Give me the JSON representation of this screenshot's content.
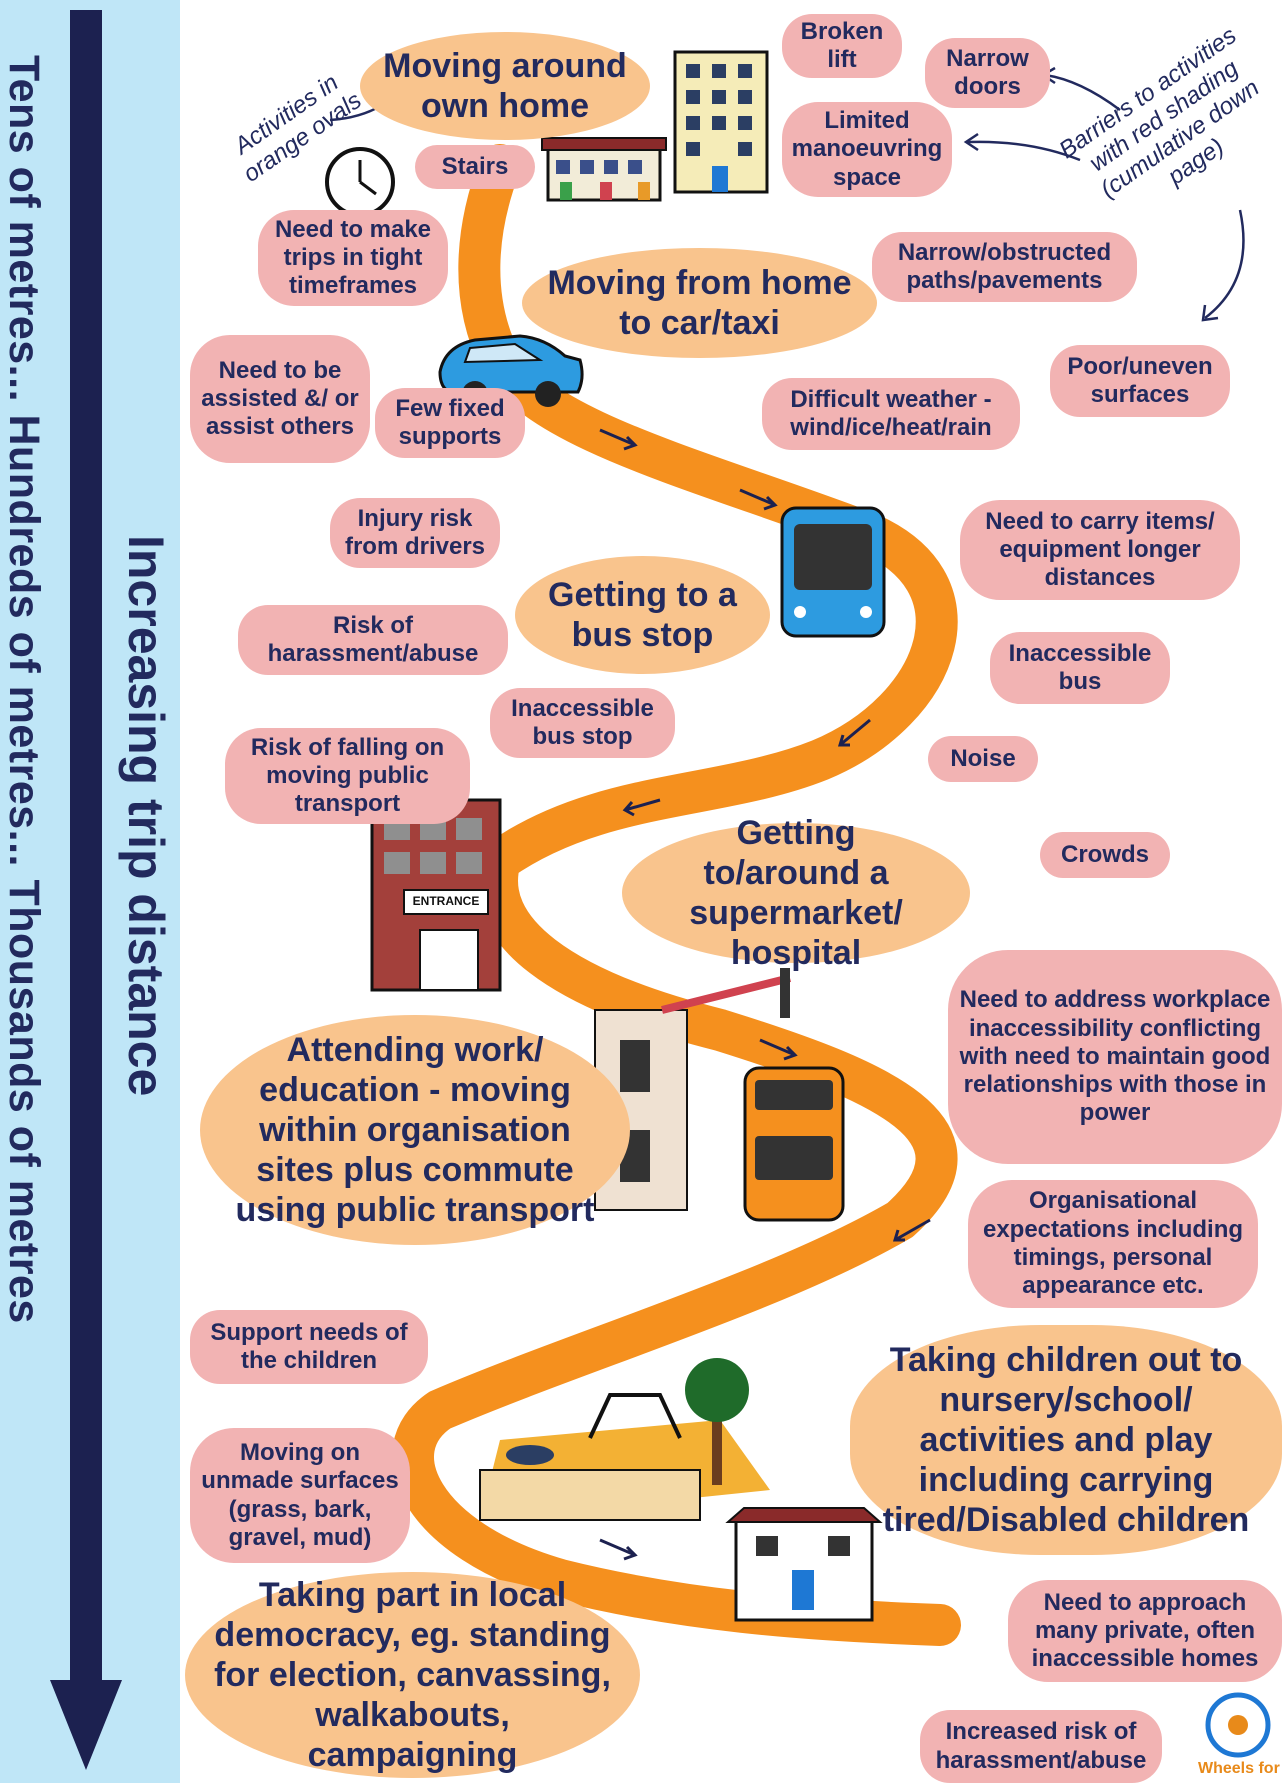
{
  "scale": {
    "axis_label": "Increasing trip distance",
    "distance_label": "Tens of metres...   Hundreds of metres...   Thousands of metres"
  },
  "legend": {
    "activities_note": "Activities in orange ovals",
    "barriers_note": "Barriers to activities with red shading (cumulative down page)"
  },
  "activities": [
    "Moving around own home",
    "Moving from home to car/taxi",
    "Getting to a bus stop",
    "Getting to/around a supermarket/ hospital",
    "Attending work/ education - moving within organisation sites plus commute using public transport",
    "Taking children out to nursery/school/ activities and play including carrying tired/Disabled children",
    "Taking part in local democracy, eg. standing for election, canvassing, walkabouts, campaigning"
  ],
  "barriers": [
    "Broken lift",
    "Narrow doors",
    "Limited manoeuvring space",
    "Stairs",
    "Need to make trips in tight timeframes",
    "Narrow/obstructed paths/pavements",
    "Need to be assisted &/ or assist others",
    "Few fixed supports",
    "Poor/uneven surfaces",
    "Difficult weather - wind/ice/heat/rain",
    "Injury risk from drivers",
    "Need to carry items/ equipment longer distances",
    "Risk of harassment/abuse",
    "Inaccessible bus",
    "Inaccessible bus stop",
    "Risk of falling on moving public transport",
    "Noise",
    "Crowds",
    "Need to address workplace inaccessibility conflicting with need to maintain good relationships with those in power",
    "Organisational expectations including timings, personal appearance etc.",
    "Support needs of the children",
    "Moving on unmade surfaces (grass, bark, gravel, mud)",
    "Need to approach many private, often inaccessible homes",
    "Increased risk of harassment/abuse"
  ],
  "signage": {
    "entrance": "ENTRANCE"
  },
  "logo": {
    "text": "Wheels for"
  },
  "colors": {
    "activity_fill": "#f9c48d",
    "barrier_fill": "#f2b3b3",
    "path": "#f5901e",
    "text": "#222a5e",
    "scale_bg": "#bfe6f7",
    "scale_arrow": "#1c2150"
  }
}
